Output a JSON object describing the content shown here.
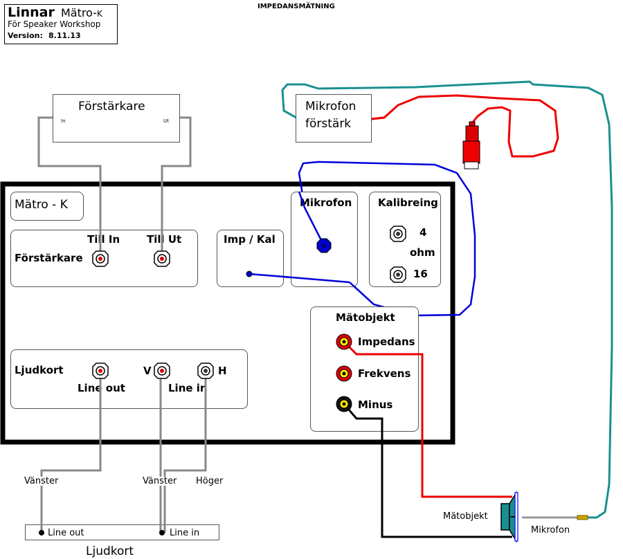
{
  "header": {
    "brand": "Linnar",
    "product": "Mätro-",
    "product_suffix": "K",
    "subtitle": "För Speaker Workshop",
    "version_label": "Version:",
    "version_value": "8.11.13",
    "page_title": "IMPEDANSMÄTNING"
  },
  "amplifier": {
    "title": "Förstärkare",
    "in_label": "In",
    "out_label": "Ut"
  },
  "mic_amp": {
    "line1": "Mikrofon",
    "line2": "förstärk"
  },
  "device": {
    "name": "Mätro - K",
    "amp_section": {
      "label": "Förstärkare",
      "till_in": "Till In",
      "till_ut": "Till Ut"
    },
    "imp_kal": "Imp / Kal",
    "mic_section": "Mikrofon",
    "calibration": {
      "title": "Kalibreing",
      "value_4": "4",
      "unit": "ohm",
      "value_16": "16"
    },
    "soundcard_section": {
      "label": "Ljudkort",
      "line_out": "Line out",
      "v": "V",
      "h": "H",
      "line_in": "Line in"
    },
    "object_section": {
      "title": "Mätobjekt",
      "impedans": "Impedans",
      "frekvens": "Frekvens",
      "minus": "Minus"
    }
  },
  "cables": {
    "left_1": "Vänster",
    "left_2": "Vänster",
    "right": "Höger"
  },
  "soundcard": {
    "line_out": "Line out",
    "line_in": "Line in",
    "title": "Ljudkort"
  },
  "speaker": {
    "label": "Mätobjekt",
    "mic_label": "Mikrofon"
  },
  "colors": {
    "frame": "#000000",
    "gray_cable": "#888888",
    "teal_cable": "#1a8f8f",
    "red_cable": "#ee0000",
    "blue_cable": "#0000dd",
    "black_cable": "#000000",
    "jack_center": "#dd0000",
    "binding_yellow": "#ffee00"
  }
}
